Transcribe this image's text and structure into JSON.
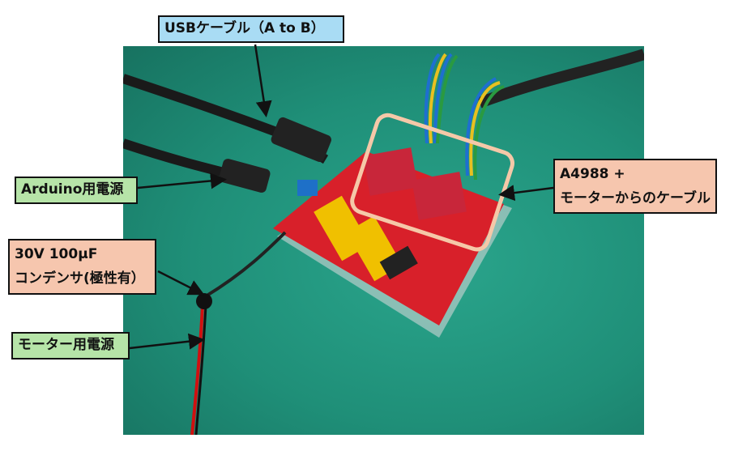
{
  "labels": {
    "usb": "USBケーブル（A to B）",
    "arduino_power": "Arduino用電源",
    "capacitor_line1": "30V  100μF",
    "capacitor_line2": "コンデンサ(極性有）",
    "motor_power": "モーター用電源",
    "driver_line1": "A4988  +",
    "driver_line2": "モーターからのケーブル"
  },
  "colors": {
    "blue_label": "#a9dcf4",
    "green_label": "#b6e4a8",
    "salmon_label": "#f6c6ae",
    "board": "#d8202a",
    "mat": "#1f8f78"
  }
}
